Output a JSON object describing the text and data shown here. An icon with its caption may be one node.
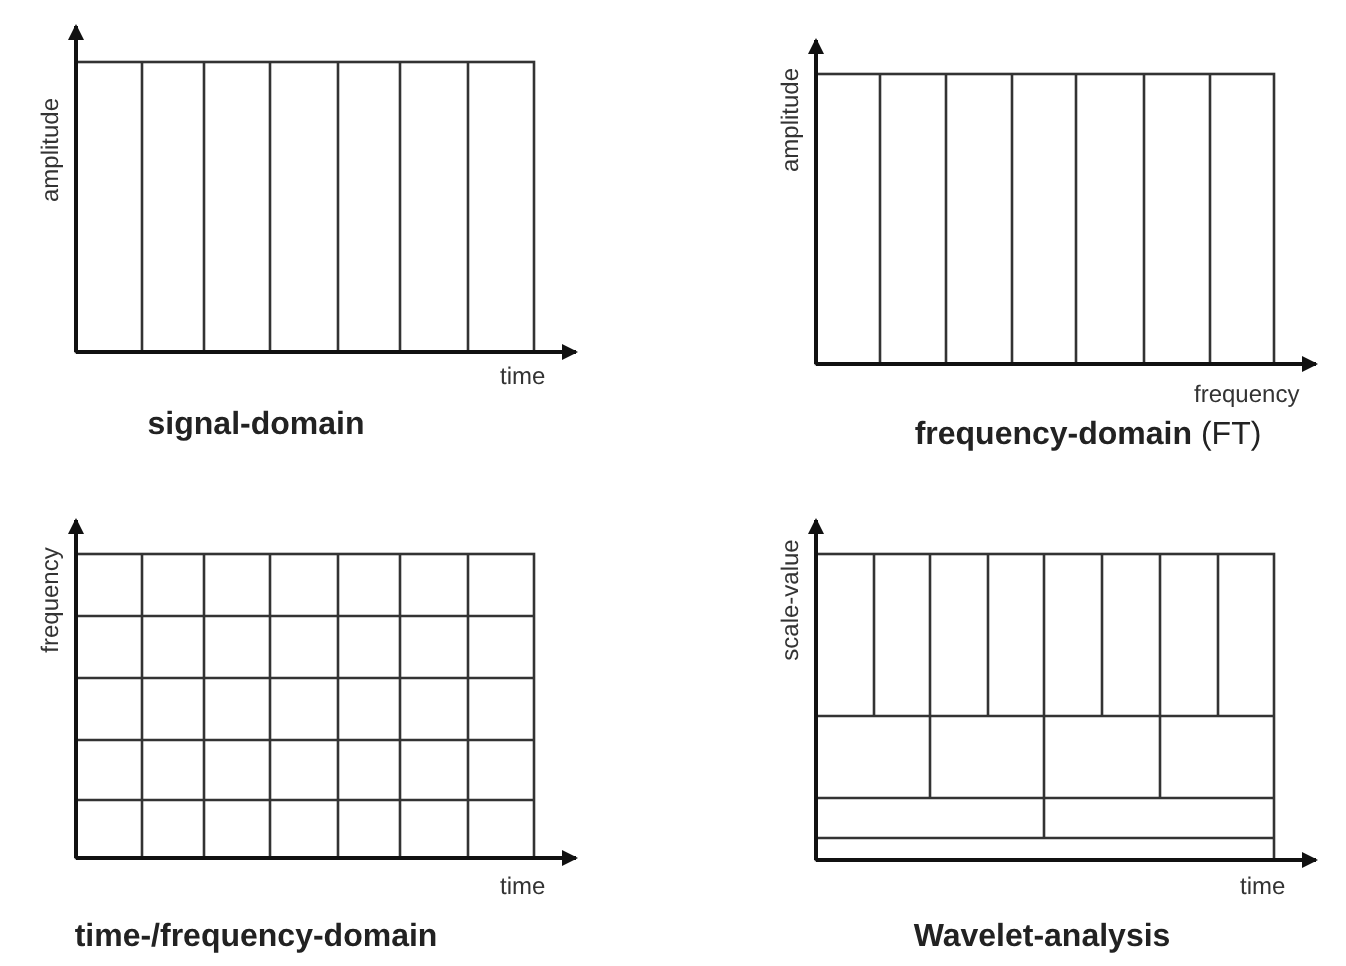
{
  "diagram": {
    "labels": [
      "amplitude",
      "time",
      "signal-domain",
      "amplitude",
      "frequency",
      "**frequency-domain** (FT)",
      "frequency",
      "time",
      "time-/frequency-domain",
      "scale-value",
      "time",
      "Wavelet-analysis"
    ]
  }
}
